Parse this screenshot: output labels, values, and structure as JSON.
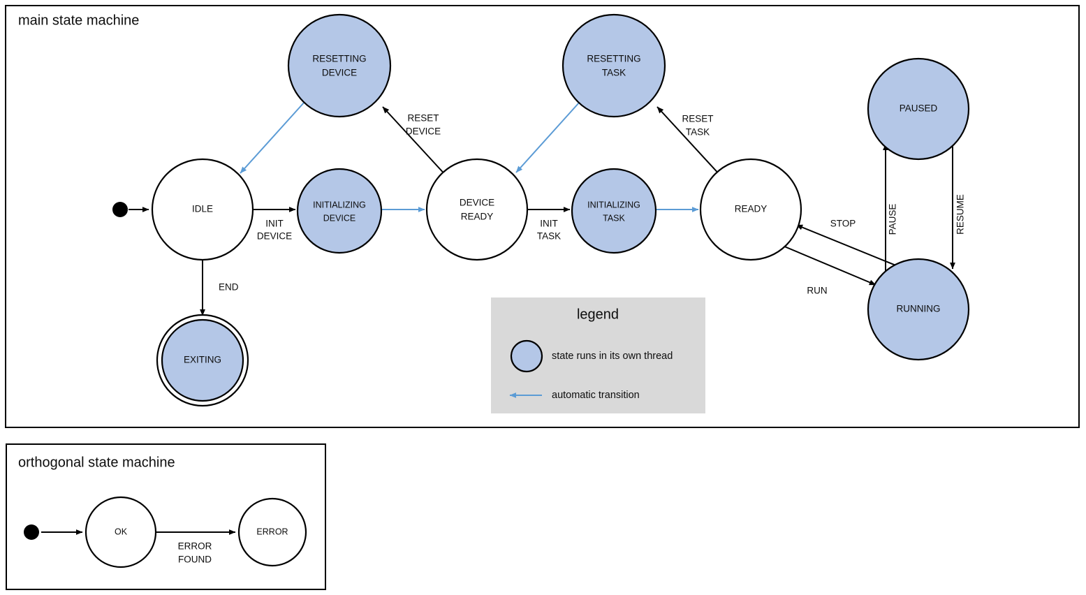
{
  "theme": {
    "thread_fill": "#b4c7e7",
    "plain_fill": "#ffffff",
    "stroke": "#000000",
    "auto_transition_color": "#5b9bd5",
    "legend_bg": "#d9d9d9",
    "page_bg": "#ffffff"
  },
  "main_panel": {
    "title": "main state machine",
    "states": [
      {
        "id": "idle",
        "label_lines": [
          "IDLE"
        ],
        "thread": false,
        "final": false
      },
      {
        "id": "resetting-device",
        "label_lines": [
          "RESETTING",
          "DEVICE"
        ],
        "thread": true,
        "final": false
      },
      {
        "id": "initializing-device",
        "label_lines": [
          "INITIALIZING",
          "DEVICE"
        ],
        "thread": true,
        "final": false
      },
      {
        "id": "device-ready",
        "label_lines": [
          "DEVICE",
          "READY"
        ],
        "thread": false,
        "final": false
      },
      {
        "id": "resetting-task",
        "label_lines": [
          "RESETTING",
          "TASK"
        ],
        "thread": true,
        "final": false
      },
      {
        "id": "initializing-task",
        "label_lines": [
          "INITIALIZING",
          "TASK"
        ],
        "thread": true,
        "final": false
      },
      {
        "id": "ready",
        "label_lines": [
          "READY"
        ],
        "thread": false,
        "final": false
      },
      {
        "id": "paused",
        "label_lines": [
          "PAUSED"
        ],
        "thread": true,
        "final": false
      },
      {
        "id": "running",
        "label_lines": [
          "RUNNING"
        ],
        "thread": true,
        "final": false
      },
      {
        "id": "exiting",
        "label_lines": [
          "EXITING"
        ],
        "thread": true,
        "final": true
      }
    ],
    "transitions": [
      {
        "id": "start-idle",
        "from": "start",
        "to": "idle",
        "label_lines": [],
        "auto": false
      },
      {
        "id": "idle-init-device",
        "from": "idle",
        "to": "initializing-device",
        "label_lines": [
          "INIT",
          "DEVICE"
        ],
        "auto": false
      },
      {
        "id": "init-device-ready",
        "from": "initializing-device",
        "to": "device-ready",
        "label_lines": [],
        "auto": true
      },
      {
        "id": "device-ready-reset",
        "from": "device-ready",
        "to": "resetting-device",
        "label_lines": [
          "RESET",
          "DEVICE"
        ],
        "auto": false
      },
      {
        "id": "resetting-device-idle",
        "from": "resetting-device",
        "to": "idle",
        "label_lines": [],
        "auto": true
      },
      {
        "id": "idle-exiting",
        "from": "idle",
        "to": "exiting",
        "label_lines": [
          "END"
        ],
        "auto": false
      },
      {
        "id": "device-ready-init-task",
        "from": "device-ready",
        "to": "initializing-task",
        "label_lines": [
          "INIT",
          "TASK"
        ],
        "auto": false
      },
      {
        "id": "init-task-ready",
        "from": "initializing-task",
        "to": "ready",
        "label_lines": [],
        "auto": true
      },
      {
        "id": "ready-reset-task",
        "from": "ready",
        "to": "resetting-task",
        "label_lines": [
          "RESET",
          "TASK"
        ],
        "auto": false
      },
      {
        "id": "resetting-task-device",
        "from": "resetting-task",
        "to": "device-ready",
        "label_lines": [],
        "auto": true
      },
      {
        "id": "ready-run",
        "from": "ready",
        "to": "running",
        "label_lines": [
          "RUN"
        ],
        "auto": false
      },
      {
        "id": "running-stop",
        "from": "running",
        "to": "ready",
        "label_lines": [
          "STOP"
        ],
        "auto": false
      },
      {
        "id": "running-pause",
        "from": "running",
        "to": "paused",
        "label_lines": [
          "PAUSE"
        ],
        "auto": false
      },
      {
        "id": "paused-resume",
        "from": "paused",
        "to": "running",
        "label_lines": [
          "RESUME"
        ],
        "auto": false
      }
    ]
  },
  "legend": {
    "title": "legend",
    "items": [
      {
        "id": "thread-swatch",
        "symbol": "filled-circle",
        "text": "state runs in its own thread"
      },
      {
        "id": "auto-arrow",
        "symbol": "blue-arrow",
        "text": "automatic transition"
      }
    ]
  },
  "orthogonal_panel": {
    "title": "orthogonal state machine",
    "states": [
      {
        "id": "ok",
        "label_lines": [
          "OK"
        ],
        "thread": false,
        "final": false
      },
      {
        "id": "error",
        "label_lines": [
          "ERROR"
        ],
        "thread": false,
        "final": false
      }
    ],
    "transitions": [
      {
        "id": "start-ok",
        "from": "start",
        "to": "ok",
        "label_lines": [],
        "auto": false
      },
      {
        "id": "ok-error",
        "from": "ok",
        "to": "error",
        "label_lines": [
          "ERROR",
          "FOUND"
        ],
        "auto": false
      }
    ]
  }
}
